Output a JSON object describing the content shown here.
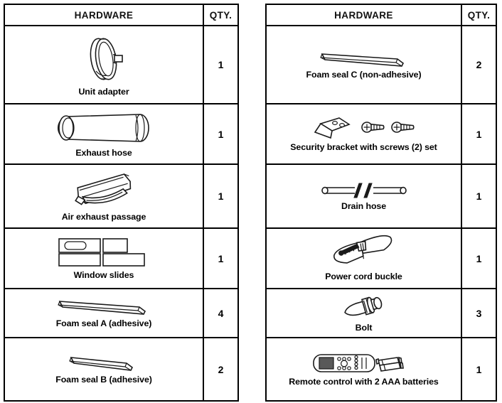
{
  "document": {
    "title": "Hardware parts list"
  },
  "tables": [
    {
      "id": "left-table",
      "headers": {
        "hardware": "HARDWARE",
        "qty": "QTY."
      },
      "rows": [
        {
          "label": "Unit adapter",
          "qty": "1",
          "icon": "unit-adapter-icon"
        },
        {
          "label": "Exhaust hose",
          "qty": "1",
          "icon": "exhaust-hose-icon"
        },
        {
          "label": "Air exhaust passage",
          "qty": "1",
          "icon": "air-exhaust-passage-icon"
        },
        {
          "label": "Window slides",
          "qty": "1",
          "icon": "window-slides-icon"
        },
        {
          "label": "Foam seal A (adhesive)",
          "qty": "4",
          "icon": "foam-seal-a-icon"
        },
        {
          "label": "Foam seal B (adhesive)",
          "qty": "2",
          "icon": "foam-seal-b-icon"
        }
      ]
    },
    {
      "id": "right-table",
      "headers": {
        "hardware": "HARDWARE",
        "qty": "QTY."
      },
      "rows": [
        {
          "label": "Foam seal C (non-adhesive)",
          "qty": "2",
          "icon": "foam-seal-c-icon"
        },
        {
          "label": "Security bracket with screws (2) set",
          "qty": "1",
          "icon": "security-bracket-screws-icon"
        },
        {
          "label": "Drain hose",
          "qty": "1",
          "icon": "drain-hose-icon"
        },
        {
          "label": "Power cord buckle",
          "qty": "1",
          "icon": "power-cord-buckle-icon"
        },
        {
          "label": "Bolt",
          "qty": "3",
          "icon": "bolt-icon"
        },
        {
          "label": "Remote control with 2 AAA batteries",
          "qty": "1",
          "icon": "remote-control-batteries-icon"
        }
      ]
    }
  ],
  "colors": {
    "line": "#1a1a1a",
    "paper": "#ffffff",
    "remote_screen": "#595959"
  }
}
